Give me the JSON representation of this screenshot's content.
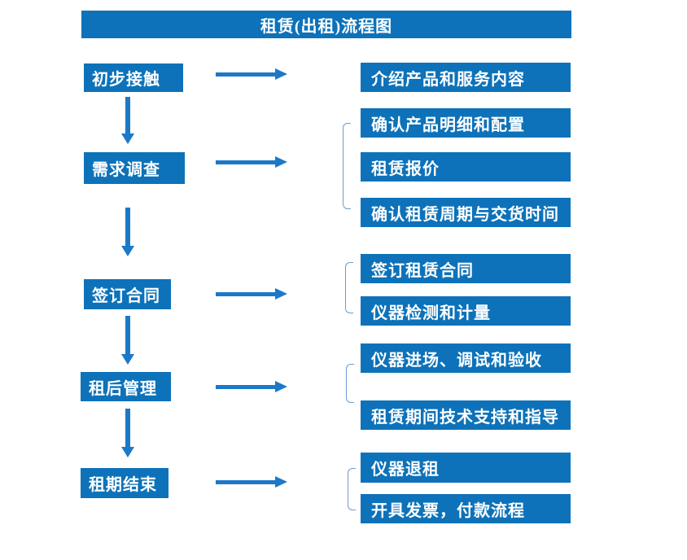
{
  "title": "租赁(出租)流程图",
  "colors": {
    "box_blue": "#0d72b9",
    "arrow_blue": "#1b79c8",
    "bracket_blue": "#6f9bd1",
    "text_white": "#ffffff"
  },
  "icons": {
    "arrow_right": "→",
    "arrow_down": "↓",
    "group_bracket": "["
  },
  "stages": [
    {
      "label": "初步接触",
      "details": [
        "介绍产品和服务内容"
      ]
    },
    {
      "label": "需求调查",
      "details": [
        "确认产品明细和配置",
        "租赁报价",
        "确认租赁周期与交货时间"
      ]
    },
    {
      "label": "签订合同",
      "details": [
        "签订租赁合同",
        "仪器检测和计量"
      ]
    },
    {
      "label": "租后管理",
      "details": [
        "仪器进场、调试和验收",
        "租赁期间技术支持和指导"
      ]
    },
    {
      "label": "租期结束",
      "details": [
        "仪器退租",
        "开具发票，付款流程"
      ]
    }
  ]
}
